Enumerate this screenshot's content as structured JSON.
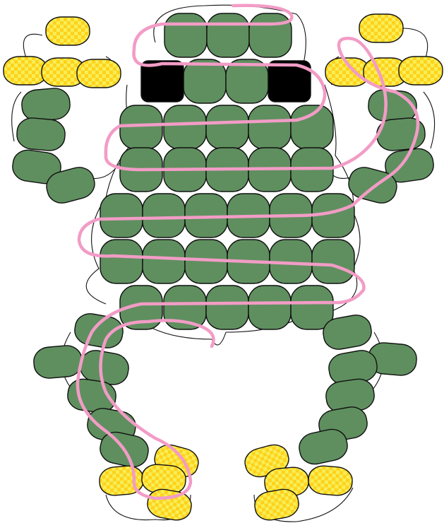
{
  "colors": {
    "background": "#ffffff",
    "body_bead": "#5f8f5f",
    "body_bead_highlight": "#7fb07a",
    "eye_bead": "#000000",
    "foot_bead": "#ffd21a",
    "foot_check": "#f7ee57",
    "outline": "#111111",
    "thread": "#111111",
    "stringing_path": "#f29cc6"
  },
  "bead_counts": {
    "body_rows": [
      3,
      4,
      5,
      5,
      6,
      6,
      5
    ],
    "eyes": 2,
    "arms": 2,
    "legs": 2,
    "feet": 4
  }
}
